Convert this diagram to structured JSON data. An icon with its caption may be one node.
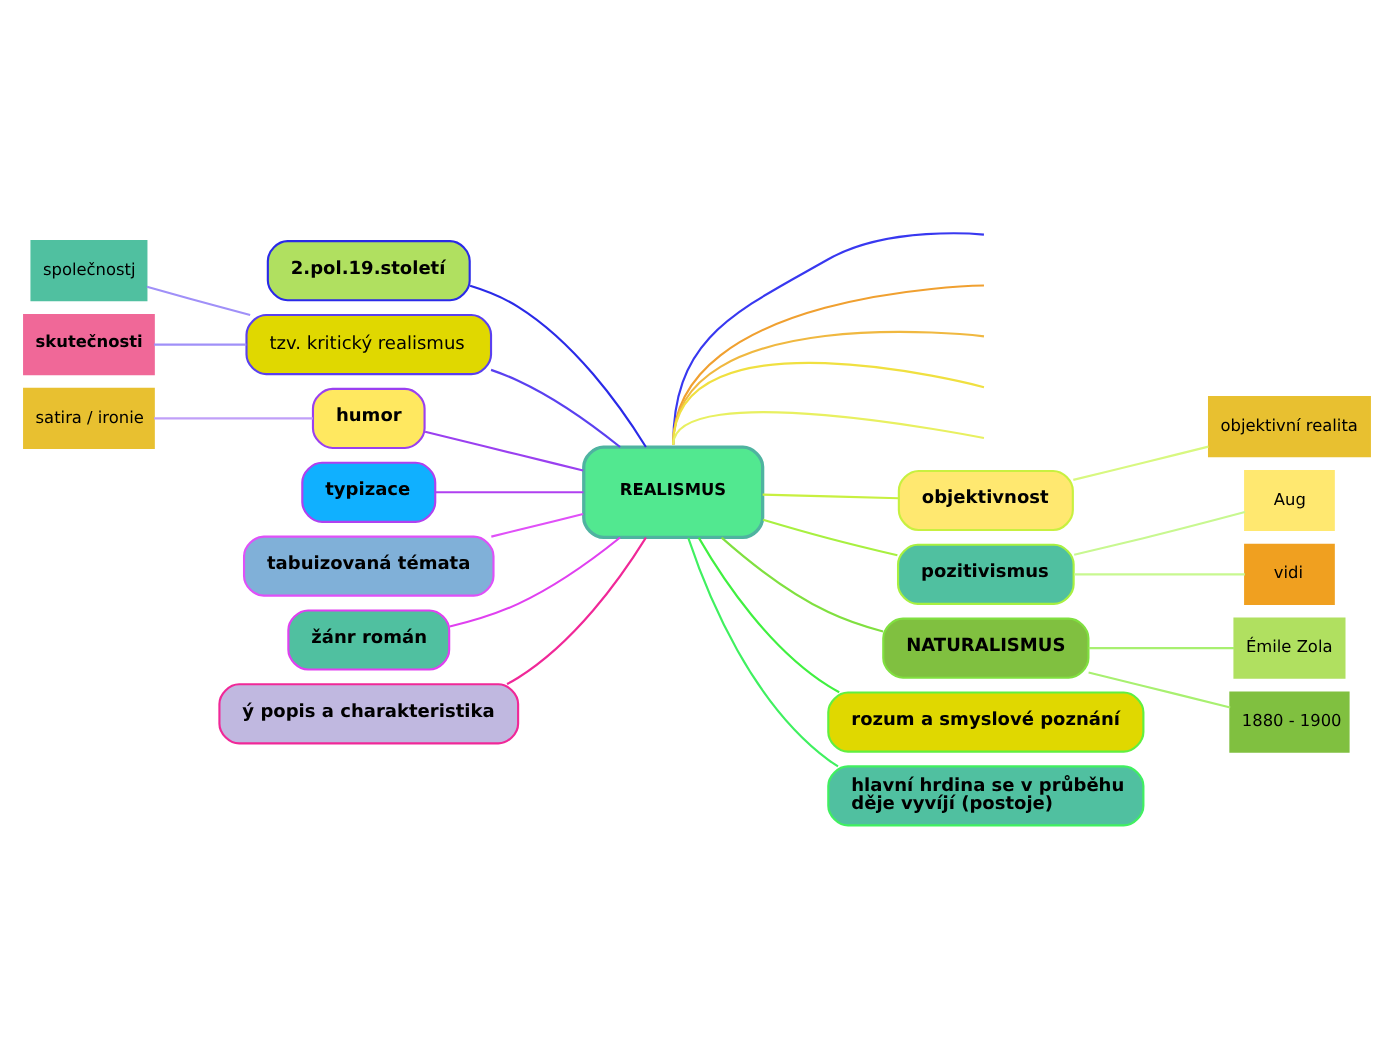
{
  "diagram": {
    "nodes": [
      {
        "text": [
          "REALISMUS"
        ]
      },
      {
        "text": [
          "2.pol.19.století"
        ]
      },
      {
        "text": [
          "tzv. kritický realismus"
        ]
      },
      {
        "text": [
          "společnostj"
        ]
      },
      {
        "text": [
          "skutečnosti"
        ]
      },
      {
        "text": [
          "humor"
        ]
      },
      {
        "text": [
          "satira / ironie"
        ]
      },
      {
        "text": [
          "typizace"
        ]
      },
      {
        "text": [
          "tabuizovaná témata"
        ]
      },
      {
        "text": [
          "žánr román"
        ]
      },
      {
        "text": [
          "ý popis a charakteristika"
        ]
      },
      {
        "text": [
          "objektivnost"
        ]
      },
      {
        "text": [
          "objektivní realita"
        ]
      },
      {
        "text": [
          "pozitivismus"
        ]
      },
      {
        "text": [
          "Aug"
        ]
      },
      {
        "text": [
          "vidi"
        ]
      },
      {
        "text": [
          "NATURALISMUS"
        ]
      },
      {
        "text": [
          "Émile Zola"
        ]
      },
      {
        "text": [
          "1880 - 1900"
        ]
      },
      {
        "text": [
          "rozum a smyslové poznání"
        ]
      },
      {
        "text": [
          "hlavní hrdina se v průběhu děje vyvíjí (postoje)"
        ]
      }
    ],
    "edges": [
      {
        "from": 1,
        "to": 0,
        "arrow": "none",
        "color": "#2a2ae8"
      },
      {
        "from": 2,
        "to": 0,
        "arrow": "none",
        "color": "#5a40f0"
      },
      {
        "from": 3,
        "to": 2,
        "arrow": "none",
        "color": "#a090f8"
      },
      {
        "from": 4,
        "to": 2,
        "arrow": "none",
        "color": "#a090f8"
      },
      {
        "from": 5,
        "to": 0,
        "arrow": "none",
        "color": "#9a40f0"
      },
      {
        "from": 6,
        "to": 5,
        "arrow": "none",
        "color": "#c0a0f8"
      },
      {
        "from": 7,
        "to": 0,
        "arrow": "none",
        "color": "#b040f0"
      },
      {
        "from": 8,
        "to": 0,
        "arrow": "none",
        "color": "#e050f8"
      },
      {
        "from": 9,
        "to": 0,
        "arrow": "none",
        "color": "#e040f0"
      },
      {
        "from": 10,
        "to": 0,
        "arrow": "none",
        "color": "#f02898"
      },
      {
        "from": 0,
        "to": 11,
        "arrow": "none",
        "color": "#c8f040"
      },
      {
        "from": 11,
        "to": 12,
        "arrow": "none",
        "color": "#d8f880"
      },
      {
        "from": 0,
        "to": 13,
        "arrow": "none",
        "color": "#a8f040"
      },
      {
        "from": 13,
        "to": 14,
        "arrow": "none",
        "color": "#c8f890"
      },
      {
        "from": 13,
        "to": 15,
        "arrow": "none",
        "color": "#c8f890"
      },
      {
        "from": 0,
        "to": 16,
        "arrow": "none",
        "color": "#80e040"
      },
      {
        "from": 16,
        "to": 17,
        "arrow": "none",
        "color": "#a8f070"
      },
      {
        "from": 16,
        "to": 18,
        "arrow": "none",
        "color": "#a8f070"
      },
      {
        "from": 0,
        "to": 19,
        "arrow": "none",
        "color": "#40f040"
      },
      {
        "from": 0,
        "to": 20,
        "arrow": "none",
        "color": "#40f060"
      },
      {
        "from": 0,
        "to": null,
        "arrow": "none",
        "color": "#3838f0"
      },
      {
        "from": 0,
        "to": null,
        "arrow": "none",
        "color": "#f0a030"
      },
      {
        "from": 0,
        "to": null,
        "arrow": "none",
        "color": "#f0b840"
      },
      {
        "from": 0,
        "to": null,
        "arrow": "none",
        "color": "#f0e040"
      },
      {
        "from": 0,
        "to": null,
        "arrow": "none",
        "color": "#e8f060"
      }
    ]
  }
}
